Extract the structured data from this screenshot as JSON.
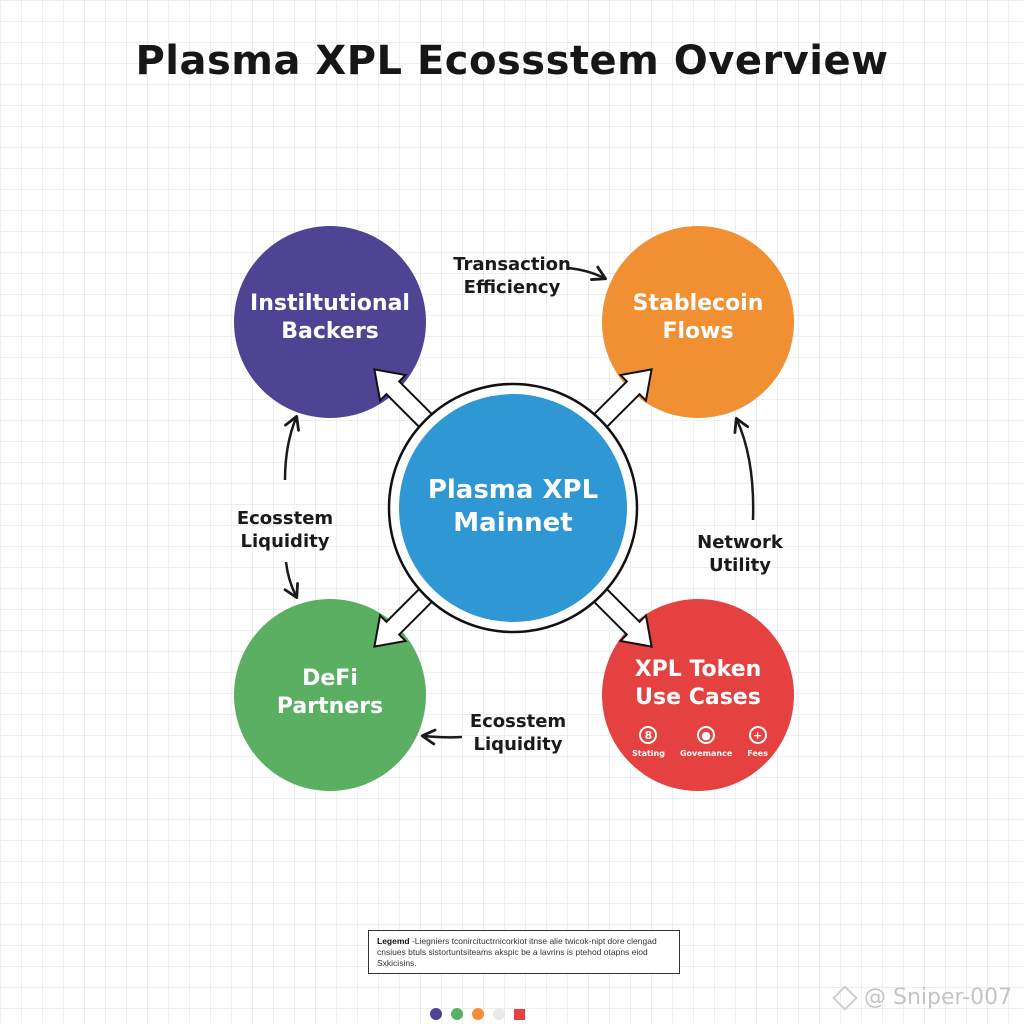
{
  "title": "Plasma XPL Ecossstem Overview",
  "colors": {
    "institutional": "#4f4494",
    "stablecoin": "#f18f33",
    "center": "#2f97d3",
    "defi": "#5aaf62",
    "token": "#e64141",
    "neutral": "#e8e9ea"
  },
  "nodes": {
    "center": {
      "line1": "Plasma XPL",
      "line2": "Mainnet"
    },
    "institutional": {
      "line1": "Instiltutional",
      "line2": "Backers"
    },
    "stablecoin": {
      "line1": "Stablecoin",
      "line2": "Flows"
    },
    "defi": {
      "line1": "DeFi",
      "line2": "Partners"
    },
    "token": {
      "line1": "XPL Token",
      "line2": "Use Cases"
    }
  },
  "use_cases": [
    {
      "icon": "staking-icon",
      "glyph": "8",
      "label": "Stating"
    },
    {
      "icon": "governance-icon",
      "glyph": "●",
      "label": "Govemance"
    },
    {
      "icon": "fees-icon",
      "glyph": "+",
      "label": "Fees"
    }
  ],
  "edges": {
    "top": {
      "line1": "Transaction",
      "line2": "Efficiency"
    },
    "left": {
      "line1": "Ecosstem",
      "line2": "Liquidity"
    },
    "right": {
      "line1": "Network",
      "line2": "Utility"
    },
    "bottom": {
      "line1": "Ecosstem",
      "line2": "Liquidity"
    }
  },
  "legend": {
    "label": "Legemd",
    "text": "-Liegniers tconircituctrnicorkiot itnse alie twicok-nipt dore clengad cnsiues btuls sistortuntsiteams akspic be a lavrins is ptehod otapns eiod Sxkicisins."
  },
  "watermark": "@ Sniper-007"
}
